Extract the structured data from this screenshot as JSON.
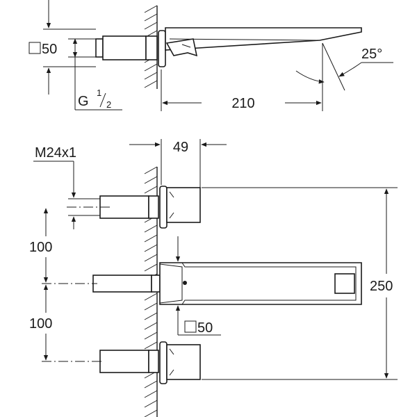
{
  "top_view": {
    "square_size": "50",
    "thread_base": "G",
    "thread_fraction_num": "1",
    "thread_fraction_den": "2",
    "angle": "25°",
    "length": "210"
  },
  "front_view": {
    "thread": "M24x1",
    "depth": "49",
    "spacing_upper": "100",
    "spacing_lower": "100",
    "total_height": "250",
    "square_size": "50"
  }
}
